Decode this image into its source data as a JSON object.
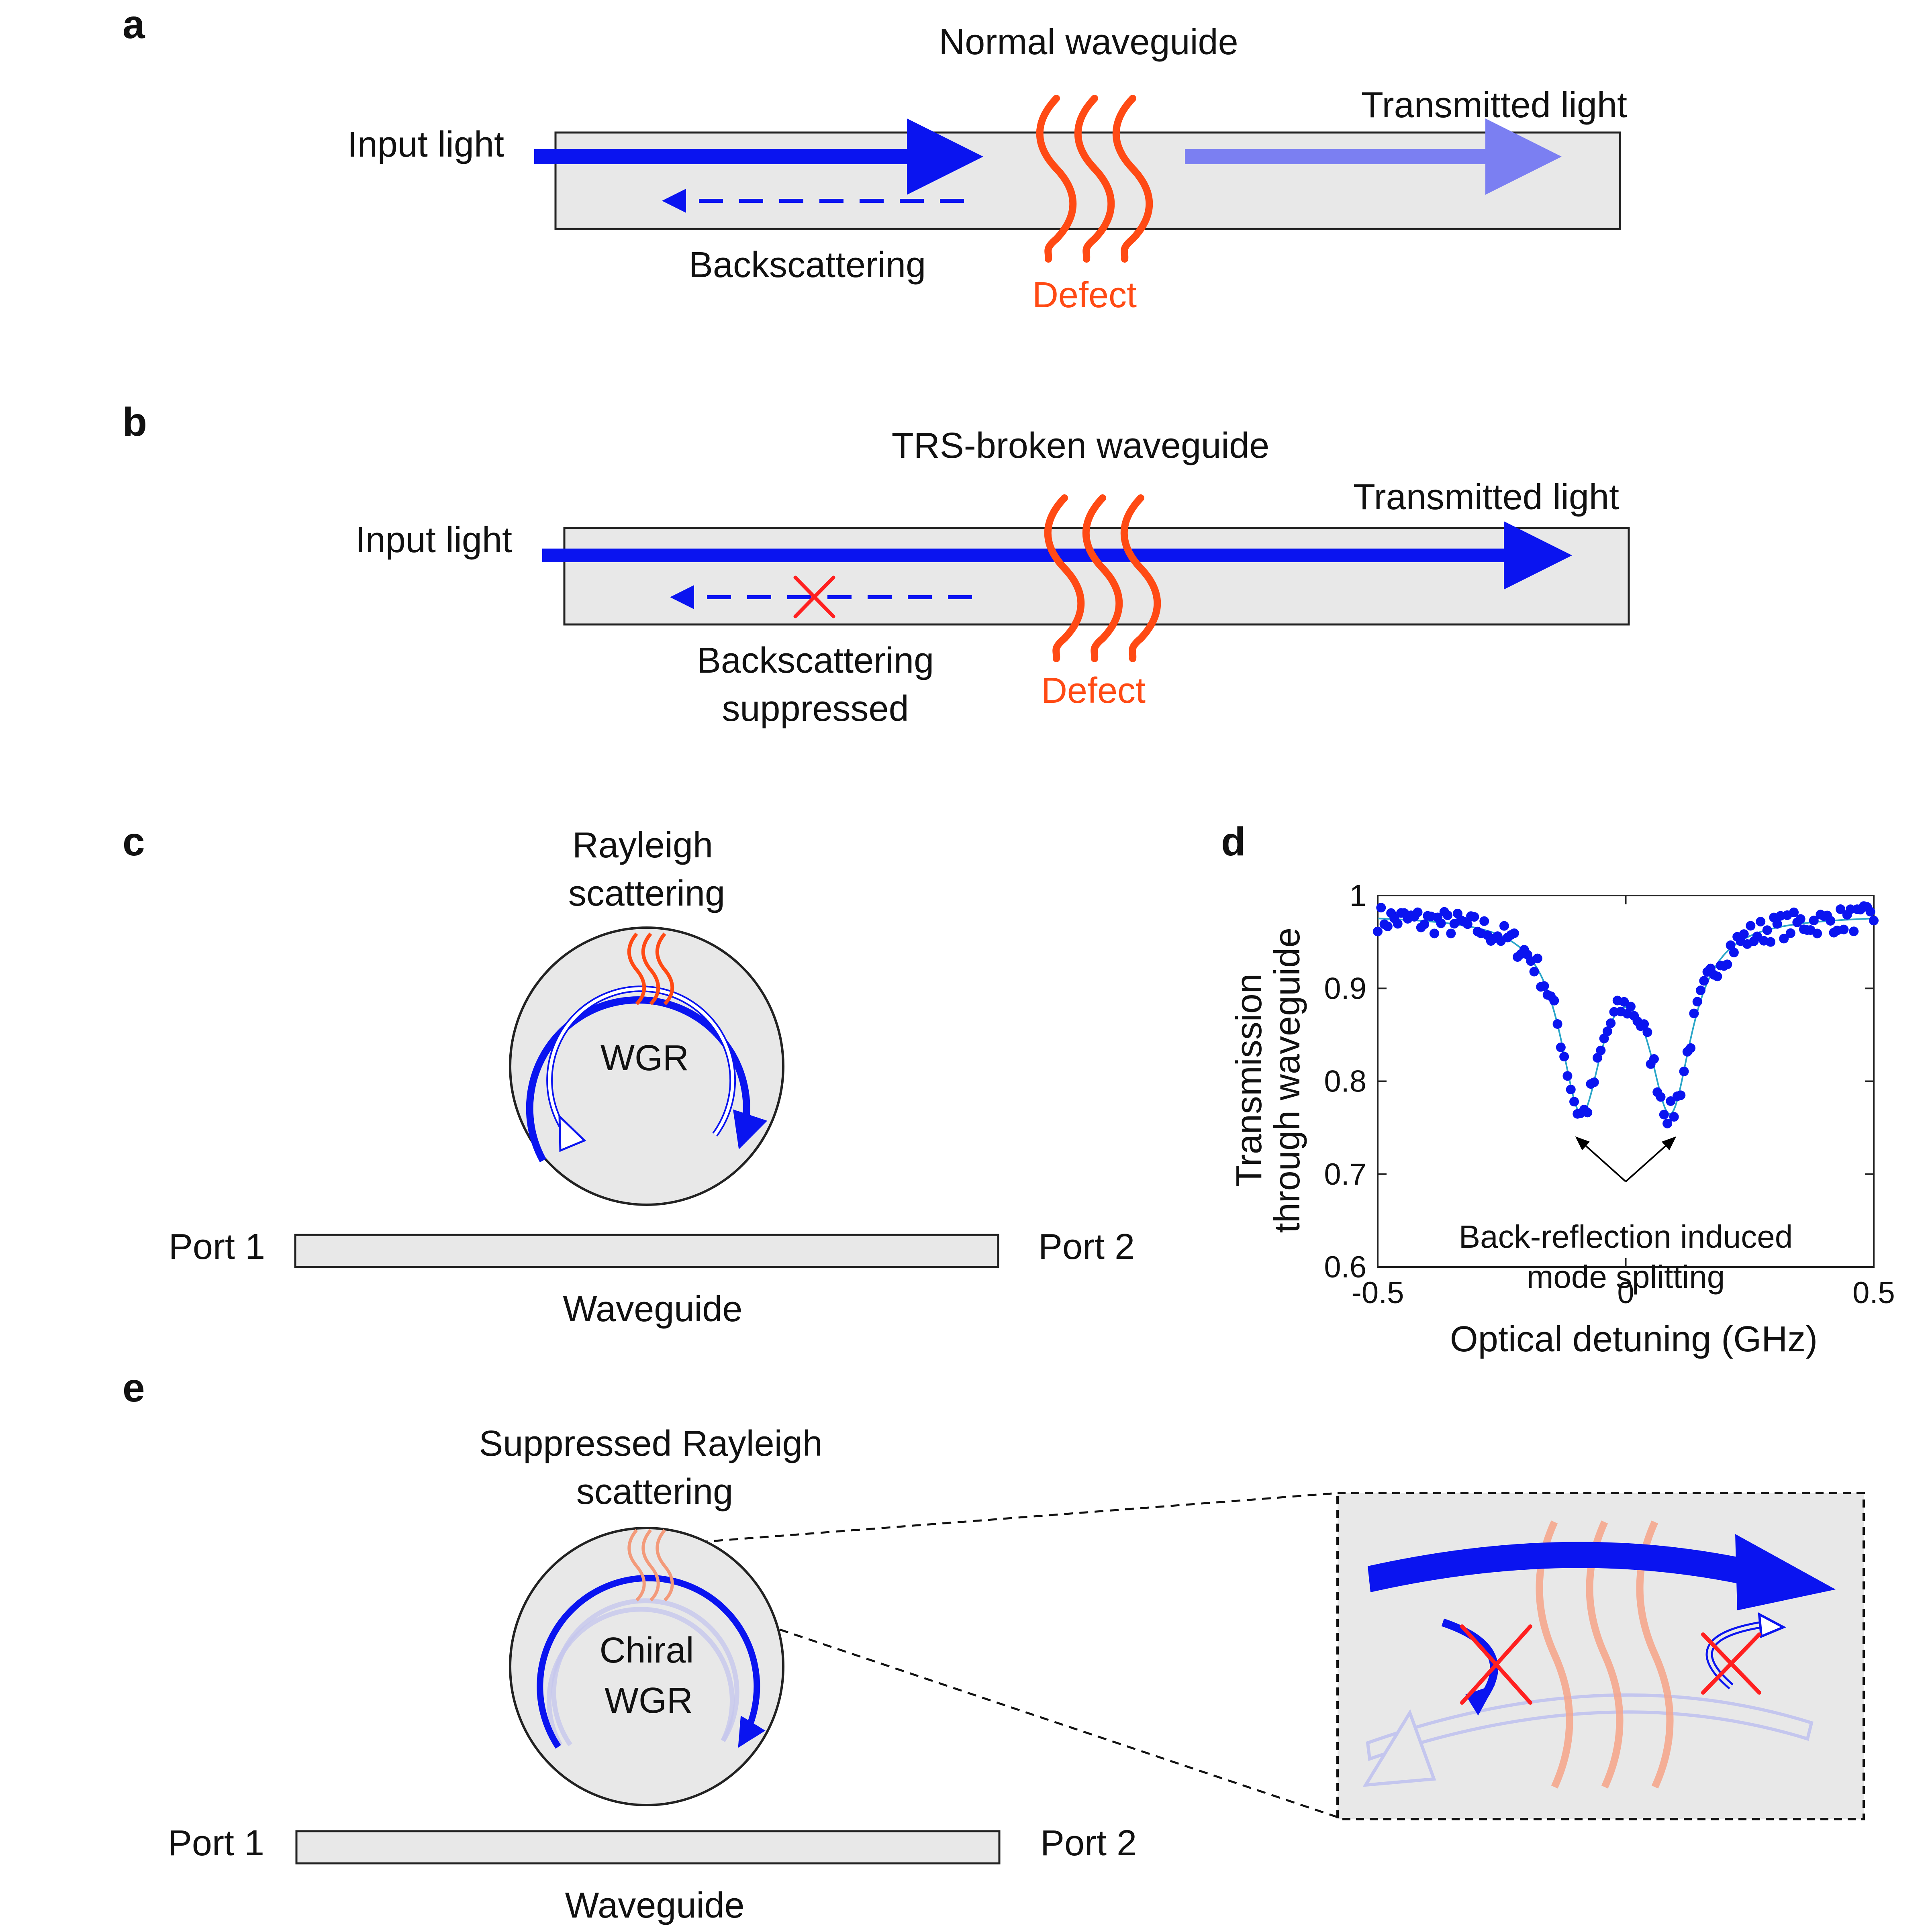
{
  "colors": {
    "light_blue": "#0a14f0",
    "faded_blue": "#7b7ff2",
    "defect_orange": "#ff4a14",
    "cross_red": "#ff2020",
    "guide_fill": "#e8e8e8",
    "fit_line": "#2aa6c8"
  },
  "panels": {
    "a": {
      "letter": "a",
      "title": "Normal waveguide",
      "input": "Input light",
      "transmitted": "Transmitted light",
      "back": "Backscattering",
      "defect": "Defect"
    },
    "b": {
      "letter": "b",
      "title": "TRS-broken waveguide",
      "input": "Input light",
      "transmitted": "Transmitted light",
      "back_line1": "Backscattering",
      "back_line2": "suppressed",
      "defect": "Defect"
    },
    "c": {
      "letter": "c",
      "scatter_line1": "Rayleigh",
      "scatter_line2": "scattering",
      "resonator": "WGR",
      "port1": "Port 1",
      "port2": "Port 2",
      "waveguide": "Waveguide"
    },
    "d": {
      "letter": "d",
      "annotation_line1": "Back-reflection induced",
      "annotation_line2": "mode splitting"
    },
    "e": {
      "letter": "e",
      "scatter_line1": "Suppressed Rayleigh",
      "scatter_line2": "scattering",
      "resonator_line1": "Chiral",
      "resonator_line2": "WGR",
      "port1": "Port 1",
      "port2": "Port 2",
      "waveguide": "Waveguide"
    }
  },
  "chart_data": {
    "type": "scatter",
    "xlabel": "Optical detuning (GHz)",
    "ylabel_line1": "Transmission",
    "ylabel_line2": "through waveguide",
    "xlim": [
      -0.5,
      0.5
    ],
    "ylim": [
      0.6,
      1.0
    ],
    "xticks": [
      "-0.5",
      "0",
      "0.5"
    ],
    "yticks": [
      "0.6",
      "0.7",
      "0.8",
      "0.9",
      "1"
    ],
    "grid": false,
    "model": "two Lorentzian dips",
    "fit": {
      "baseline": 0.98,
      "dip_centers": [
        -0.09,
        0.09
      ],
      "dip_depth": 0.2,
      "dip_halfwidth": 0.052
    },
    "series": [
      {
        "kind": "points",
        "x_start": -0.5,
        "x_end": 0.5,
        "count": 150
      },
      {
        "kind": "fit_line"
      }
    ]
  }
}
